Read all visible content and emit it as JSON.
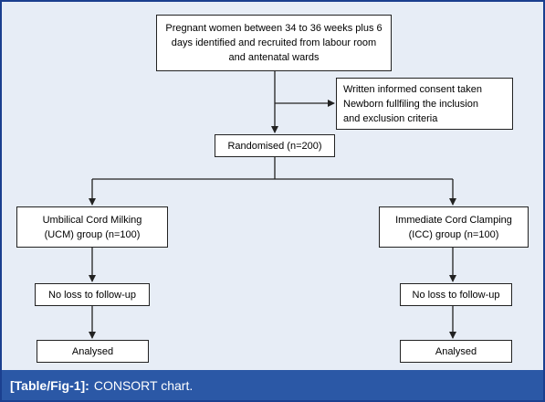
{
  "nodes": {
    "recruitment": "Pregnant women between 34 to 36 weeks plus 6\ndays identified and recruited from labour room\nand antenatal wards",
    "consent": "Written informed consent taken\nNewborn fullfiling the inclusion\nand exclusion criteria",
    "randomised": "Randomised (n=200)",
    "ucm_group": "Umbilical Cord Milking\n(UCM) group (n=100)",
    "icc_group": "Immediate Cord Clamping\n(ICC) group (n=100)",
    "ucm_followup": "No loss to follow-up",
    "icc_followup": "No loss to follow-up",
    "ucm_analysed": "Analysed",
    "icc_analysed": "Analysed"
  },
  "caption": {
    "label": "[Table/Fig-1]:",
    "text": "CONSORT chart."
  },
  "colors": {
    "frame": "#1b3f8f",
    "background": "#e7edf6",
    "caption_bar": "#2b58a6",
    "box_border": "#222222",
    "connector": "#222222"
  }
}
